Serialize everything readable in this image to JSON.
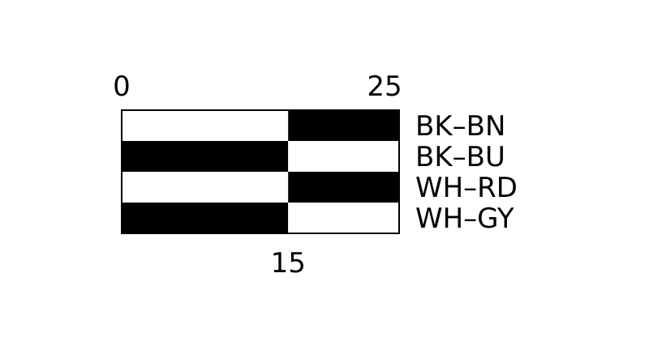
{
  "diagram": {
    "scale_start_label": "0",
    "scale_end_label": "25",
    "scale_split_label": "15",
    "scale_min": 0,
    "scale_max": 25,
    "split_value": 15,
    "rows": [
      {
        "label": "BK–BN",
        "left_color": "#ffffff",
        "right_color": "#000000"
      },
      {
        "label": "BK–BU",
        "left_color": "#000000",
        "right_color": "#ffffff"
      },
      {
        "label": "WH–RD",
        "left_color": "#ffffff",
        "right_color": "#000000"
      },
      {
        "label": "WH–GY",
        "left_color": "#000000",
        "right_color": "#ffffff"
      }
    ]
  }
}
